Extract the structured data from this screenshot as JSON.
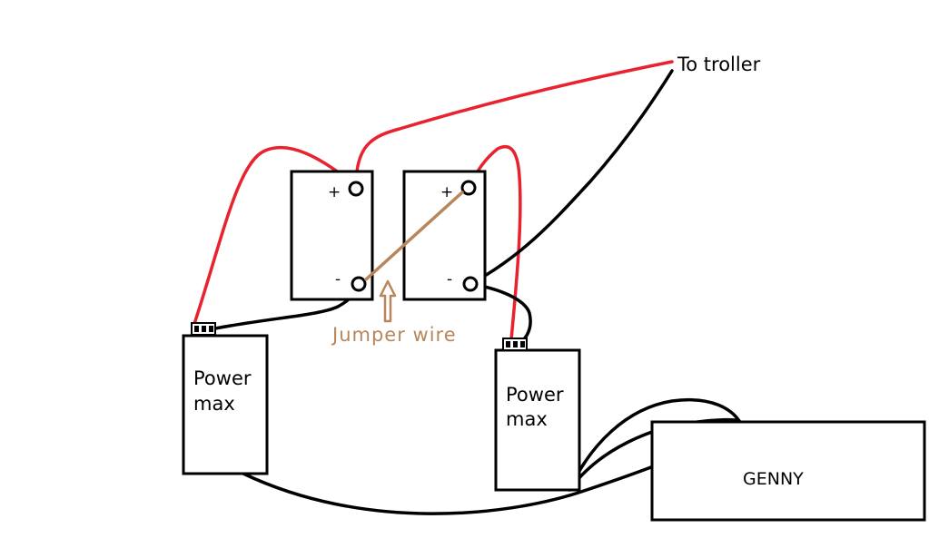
{
  "labels": {
    "to_troller": "To troller",
    "jumper_wire": "Jumper wire",
    "genny": "GENNY",
    "charger_left_line1": "Power",
    "charger_left_line2": "max",
    "charger_right_line1": "Power",
    "charger_right_line2": "max",
    "battery1_positive": "+",
    "battery1_negative": "-",
    "battery2_positive": "+",
    "battery2_negative": "-"
  },
  "colors": {
    "positive_wire": "#e8222e",
    "negative_wire": "#000000",
    "jumper_wire": "#b8865a"
  }
}
